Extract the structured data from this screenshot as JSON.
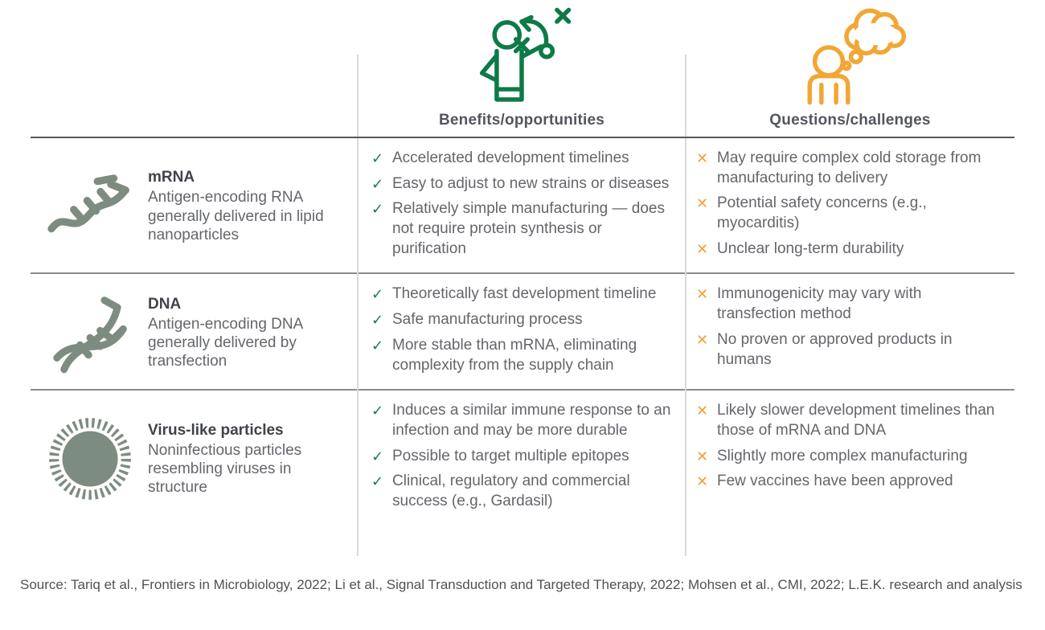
{
  "header": {
    "benefits_label": "Benefits/opportunities",
    "challenges_label": "Questions/challenges"
  },
  "colors": {
    "green": "#1c7c4b",
    "strategy_green": "#0e7a47",
    "orange": "#efa23b",
    "thought_orange": "#f2a634",
    "sage": "#7d8c80",
    "heading_text": "#53565c",
    "body_text": "#63666b"
  },
  "bullets": {
    "benefit_marker": "✓",
    "challenge_marker": "✕"
  },
  "rows": [
    {
      "icon": "rna-strand-icon",
      "title": "mRNA",
      "description": "Antigen-encoding RNA generally delivered in lipid nanoparticles",
      "benefits": [
        "Accelerated development timelines",
        "Easy to adjust to new strains or diseases",
        "Relatively simple manufacturing — does not require protein synthesis or purification"
      ],
      "challenges": [
        "May require complex cold storage from manufacturing to delivery",
        "Potential safety concerns (e.g., myocarditis)",
        "Unclear long-term durability"
      ]
    },
    {
      "icon": "dna-helix-icon",
      "title": "DNA",
      "description": "Antigen-encoding DNA generally delivered by transfection",
      "benefits": [
        "Theoretically fast development timeline",
        "Safe manufacturing process",
        "More stable than mRNA, eliminating complexity from the supply chain"
      ],
      "challenges": [
        "Immunogenicity may vary with transfection method",
        "No proven or approved products in humans"
      ]
    },
    {
      "icon": "virus-particle-icon",
      "title": "Virus-like particles",
      "description": "Noninfectious particles resembling viruses in structure",
      "benefits": [
        "Induces a similar immune response to an infection and may be more durable",
        "Possible to target multiple epitopes",
        "Clinical, regulatory and commercial success (e.g., Gardasil)"
      ],
      "challenges": [
        "Likely slower development timelines than those of mRNA and DNA",
        "Slightly more complex manufacturing",
        "Few vaccines have been approved"
      ]
    }
  ],
  "footer": {
    "source": "Source: Tariq et al., Frontiers in Microbiology, 2022; Li et al., Signal Transduction and Targeted Therapy, 2022; Mohsen et al., CMI, 2022; L.E.K. research and analysis"
  }
}
